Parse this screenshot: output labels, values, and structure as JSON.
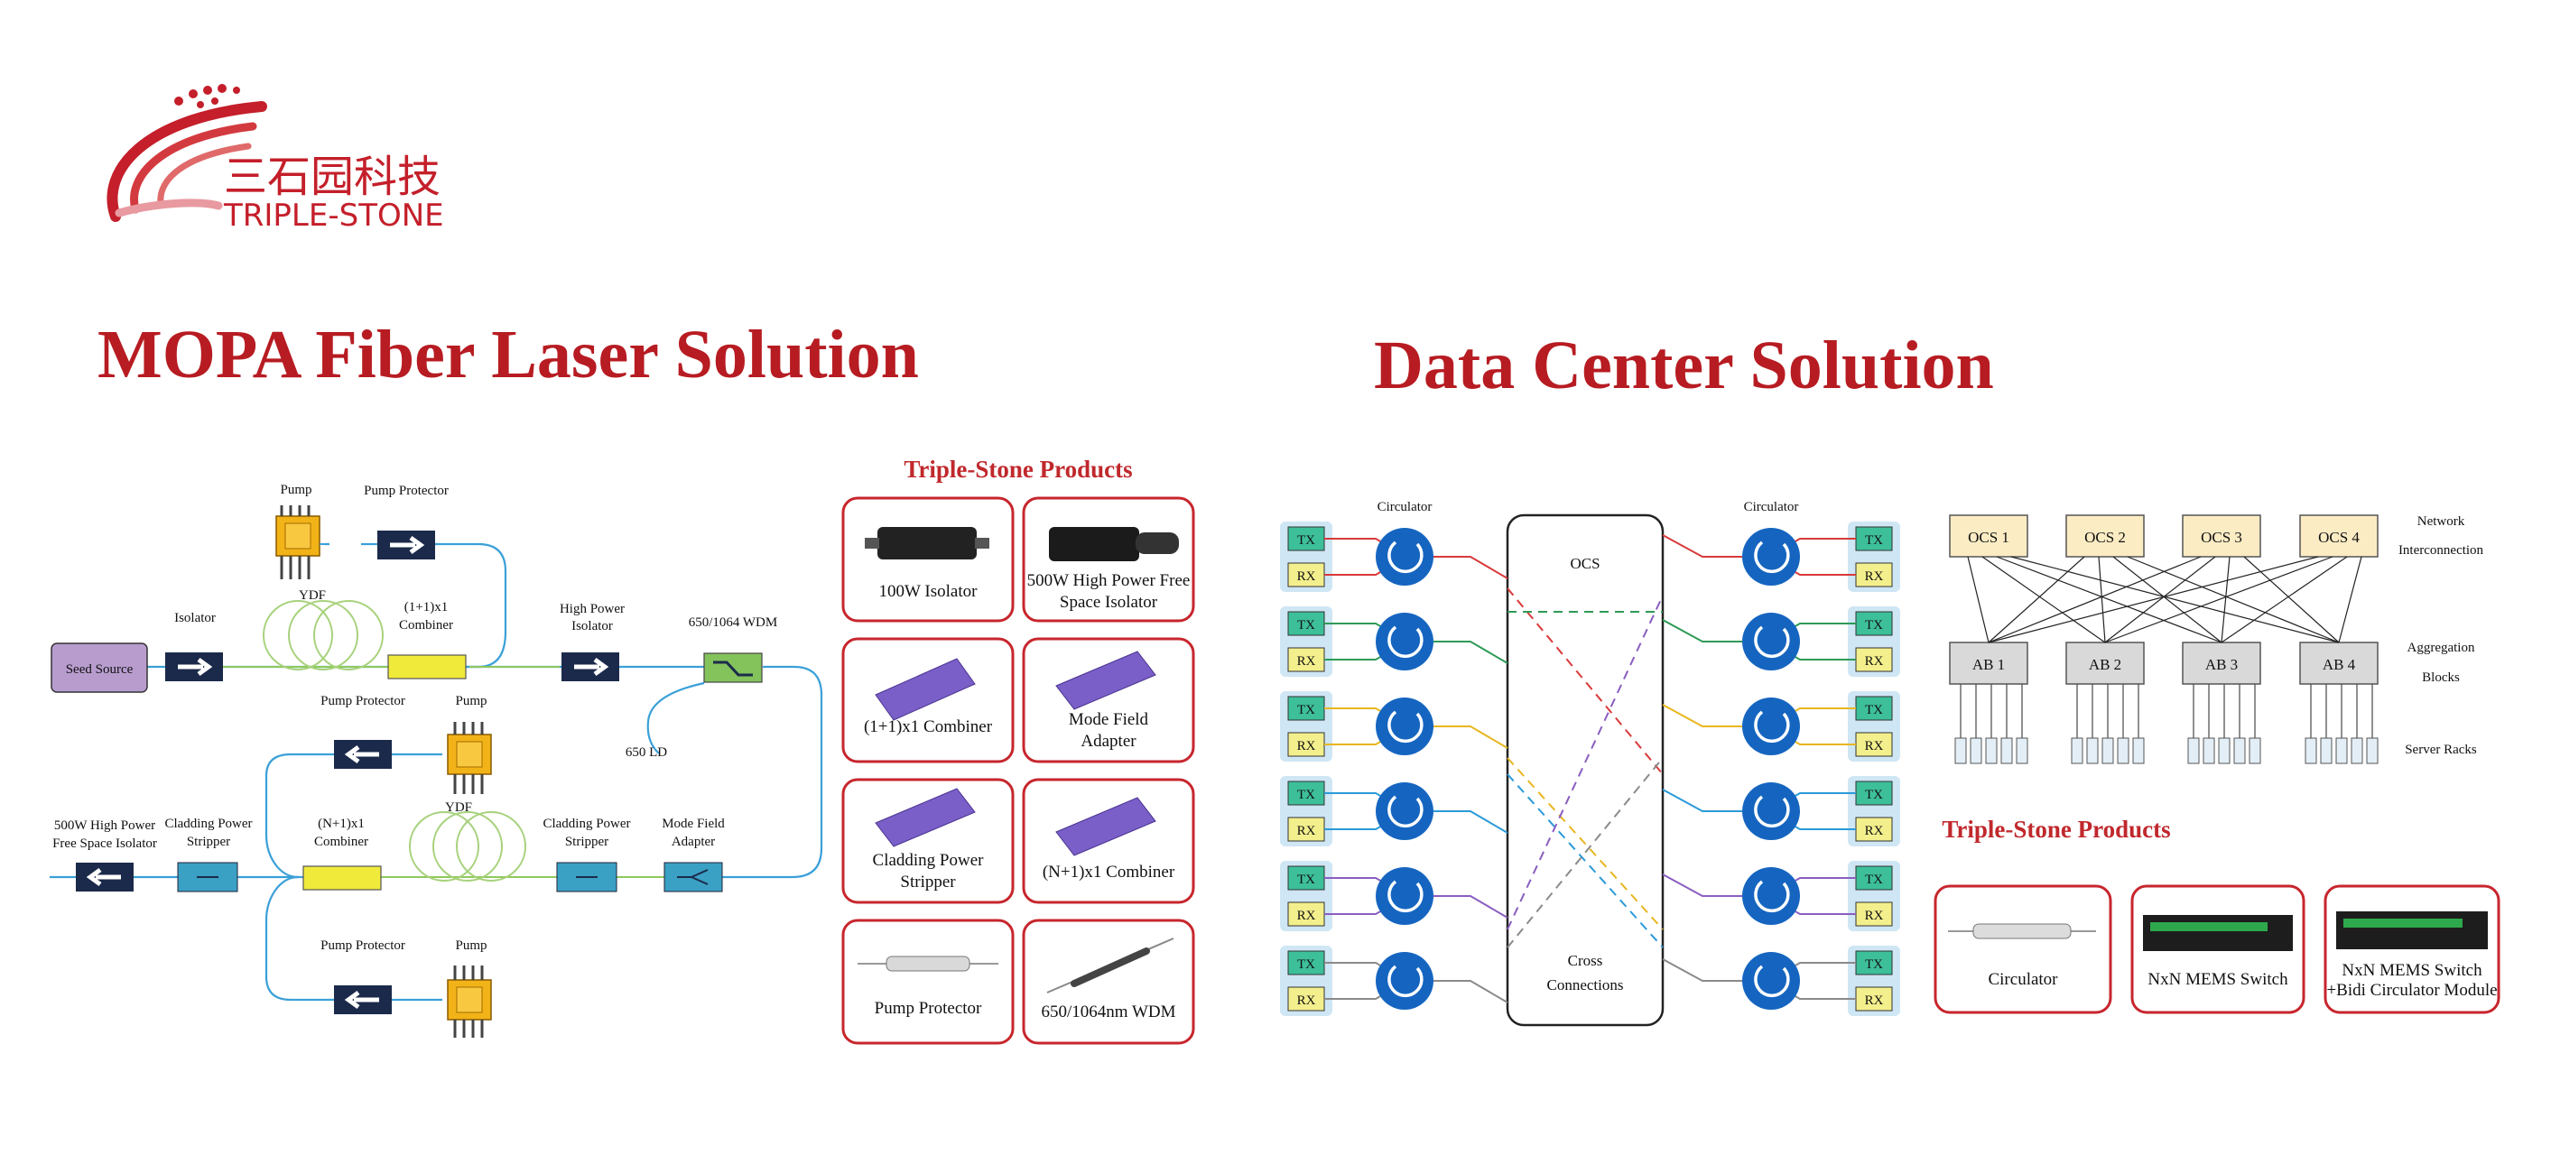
{
  "logo": {
    "cn": "三石园科技",
    "en": "TRIPLE-STONE"
  },
  "mopa": {
    "title": "MOPA Fiber Laser Solution",
    "labels": {
      "pump_top": "Pump",
      "pump_protector_top": "Pump Protector",
      "ydf_top": "YDF",
      "combiner_top_1": "(1+1)x1",
      "combiner_top_2": "Combiner",
      "isolator": "Isolator",
      "seed_source": "Seed Source",
      "hp_isolator_1": "High Power",
      "hp_isolator_2": "Isolator",
      "wdm": "650/1064 WDM",
      "ld": "650 LD",
      "pump_protector_mid": "Pump Protector",
      "pump_mid": "Pump",
      "ydf_mid": "YDF",
      "hp_fs_iso_1": "500W High Power",
      "hp_fs_iso_2": "Free Space Isolator",
      "cps_left_1": "Cladding Power",
      "cps_left_2": "Stripper",
      "combiner_n_1": "(N+1)x1",
      "combiner_n_2": "Combiner",
      "cps_right_1": "Cladding Power",
      "cps_right_2": "Stripper",
      "mfa_1": "Mode Field",
      "mfa_2": "Adapter",
      "pump_protector_bot": "Pump Protector",
      "pump_bot": "Pump"
    },
    "products_title": "Triple-Stone Products",
    "products": [
      {
        "l1": "100W Isolator",
        "l2": ""
      },
      {
        "l1": "500W High Power Free",
        "l2": "Space Isolator"
      },
      {
        "l1": "(1+1)x1 Combiner",
        "l2": ""
      },
      {
        "l1": "Mode Field",
        "l2": "Adapter"
      },
      {
        "l1": "Cladding Power",
        "l2": "Stripper"
      },
      {
        "l1": "(N+1)x1 Combiner",
        "l2": ""
      },
      {
        "l1": "Pump Protector",
        "l2": ""
      },
      {
        "l1": "650/1064nm WDM",
        "l2": ""
      }
    ]
  },
  "datacenter": {
    "title": "Data Center Solution",
    "circulator_left": "Circulator",
    "circulator_right": "Circulator",
    "ocs": "OCS",
    "cross_1": "Cross",
    "cross_2": "Connections",
    "tx": "TX",
    "rx": "RX",
    "ocs_units": [
      "OCS 1",
      "OCS 2",
      "OCS 3",
      "OCS 4"
    ],
    "ab_units": [
      "AB 1",
      "AB 2",
      "AB 3",
      "AB 4"
    ],
    "net_1": "Network",
    "net_2": "Interconnection",
    "agg_1": "Aggregation",
    "agg_2": "Blocks",
    "server": "Server Racks",
    "products_title": "Triple-Stone Products",
    "products": [
      {
        "l1": "Circulator",
        "l2": ""
      },
      {
        "l1": "NxN MEMS Switch",
        "l2": ""
      },
      {
        "l1": "NxN MEMS Switch",
        "l2": "+Bidi Circulator Module"
      }
    ]
  },
  "colors": {
    "accent": "#b71c22",
    "fiber": "#3aa0d8",
    "gain": "#9ad06a",
    "circulator": "#1565c0",
    "tx_box": "#3dbf9a",
    "rx_box": "#f3ef8c"
  }
}
